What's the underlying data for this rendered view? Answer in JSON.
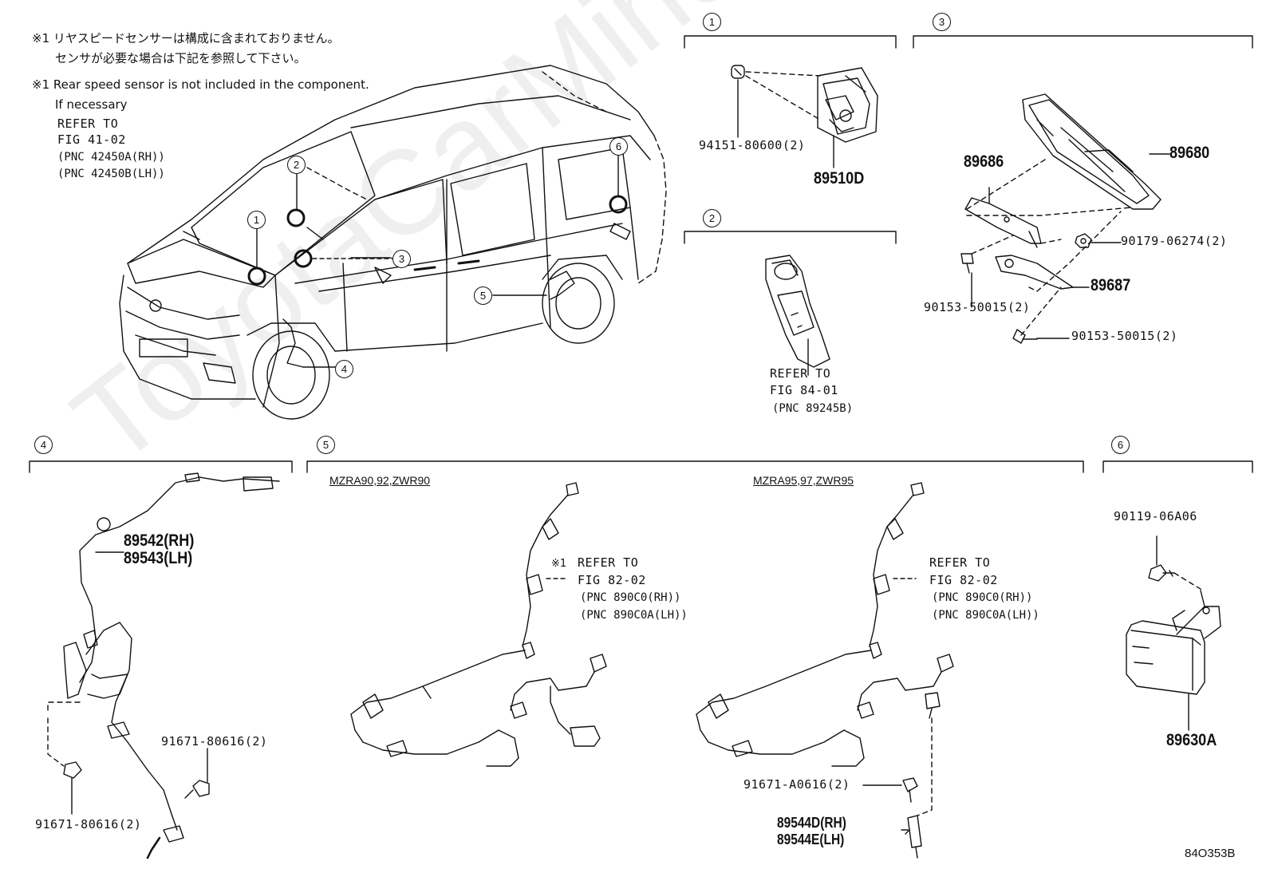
{
  "watermark": "ToyotaCarMine.ru",
  "notes": {
    "jp_line1": "※1 リヤスピードセンサーは構成に含まれておりません。",
    "jp_line2": "センサが必要な場合は下記を参照して下さい。",
    "en_line1": "※1 Rear speed sensor is not included in the component.",
    "en_line2": "If necessary",
    "refer": "REFER TO",
    "fig": "FIG 41-02",
    "pnc_rh": "(PNC 42450A(RH))",
    "pnc_lh": "(PNC 42450B(LH))"
  },
  "callouts": [
    "1",
    "2",
    "3",
    "4",
    "5",
    "6"
  ],
  "section1": {
    "parts": [
      "94151-80600(2)",
      "89510D"
    ]
  },
  "section2": {
    "refer": "REFER TO",
    "fig": "FIG 84-01",
    "pnc": "(PNC 89245B)"
  },
  "section3": {
    "parts": [
      "89680",
      "89686",
      "90179-06274(2)",
      "89687",
      "90153-50015(2)",
      "90153-50015(2)"
    ]
  },
  "section4": {
    "parts": [
      "89542(RH)",
      "89543(LH)",
      "91671-80616(2)",
      "91671-80616(2)"
    ]
  },
  "section5": {
    "variant_a": "MZRA90,92,ZWR90",
    "variant_b": "MZRA95,97,ZWR95",
    "mark": "※1",
    "refer": "REFER TO",
    "fig": "FIG 82-02",
    "pnc_rh": "(PNC 890C0(RH))",
    "pnc_lh": "(PNC 890C0A(LH))",
    "parts": [
      "91671-A0616(2)",
      "89544D(RH)",
      "89544E(LH)"
    ]
  },
  "section6": {
    "parts": [
      "90119-06A06",
      "89630A"
    ]
  },
  "drawing_code": "84O353B"
}
